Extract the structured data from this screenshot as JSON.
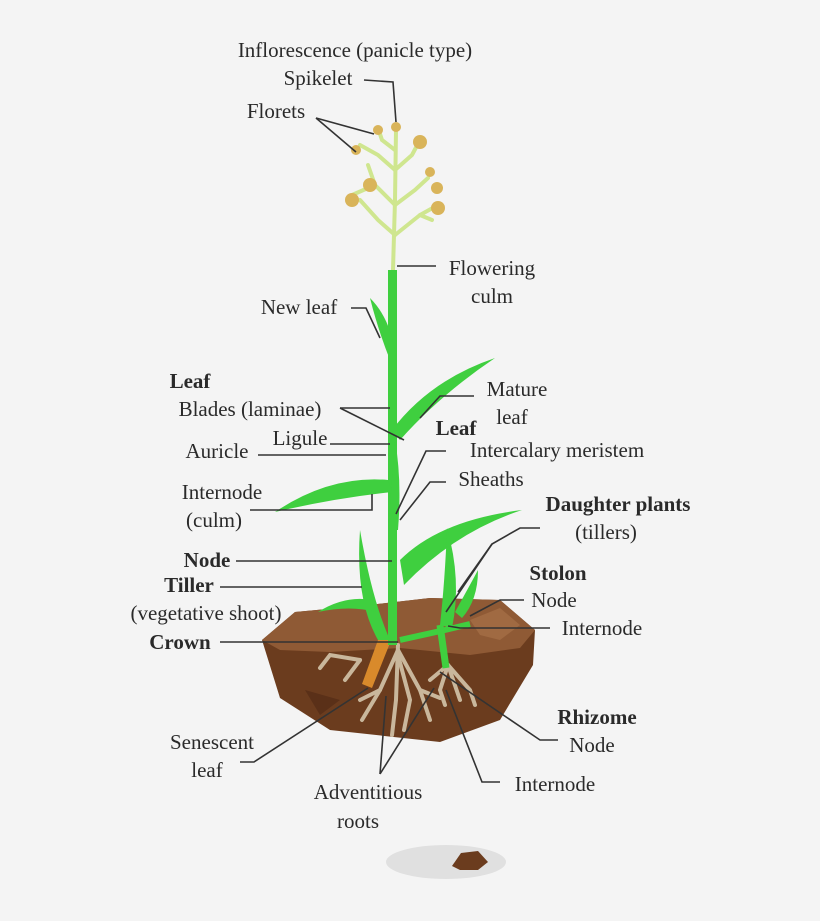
{
  "colors": {
    "background": "#f4f4f4",
    "leaf_green": "#3fcf3f",
    "stem_light": "#cfe68f",
    "floret": "#d9b45a",
    "soil_dark": "#6b3c1e",
    "soil_light": "#8f5a35",
    "root": "#c9b79c",
    "senescent": "#d98a2b"
  },
  "labels": {
    "inflorescence": "Inflorescence (panicle type)",
    "spikelet": "Spikelet",
    "florets": "Florets",
    "flowering_1": "Flowering",
    "flowering_2": "culm",
    "new_leaf": "New leaf",
    "leaf_heading": "Leaf",
    "blades": "Blades (laminae)",
    "mature_1": "Mature",
    "mature_2": "leaf",
    "ligule": "Ligule",
    "leaf_right": "Leaf",
    "auricle": "Auricle",
    "intercalary": "Intercalary meristem",
    "sheaths": "Sheaths",
    "internode_culm_1": "Internode",
    "internode_culm_2": "(culm)",
    "daughter_1": "Daughter plants",
    "daughter_2": "(tillers)",
    "node": "Node",
    "stolon": "Stolon",
    "stolon_node": "Node",
    "tiller": "Tiller",
    "vegetative": "(vegetative shoot)",
    "stolon_internode": "Internode",
    "crown": "Crown",
    "rhizome": "Rhizome",
    "rhizome_node": "Node",
    "senescent_1": "Senescent",
    "senescent_2": "leaf",
    "rhizome_internode": "Internode",
    "adventitious_1": "Adventitious",
    "adventitious_2": "roots"
  }
}
